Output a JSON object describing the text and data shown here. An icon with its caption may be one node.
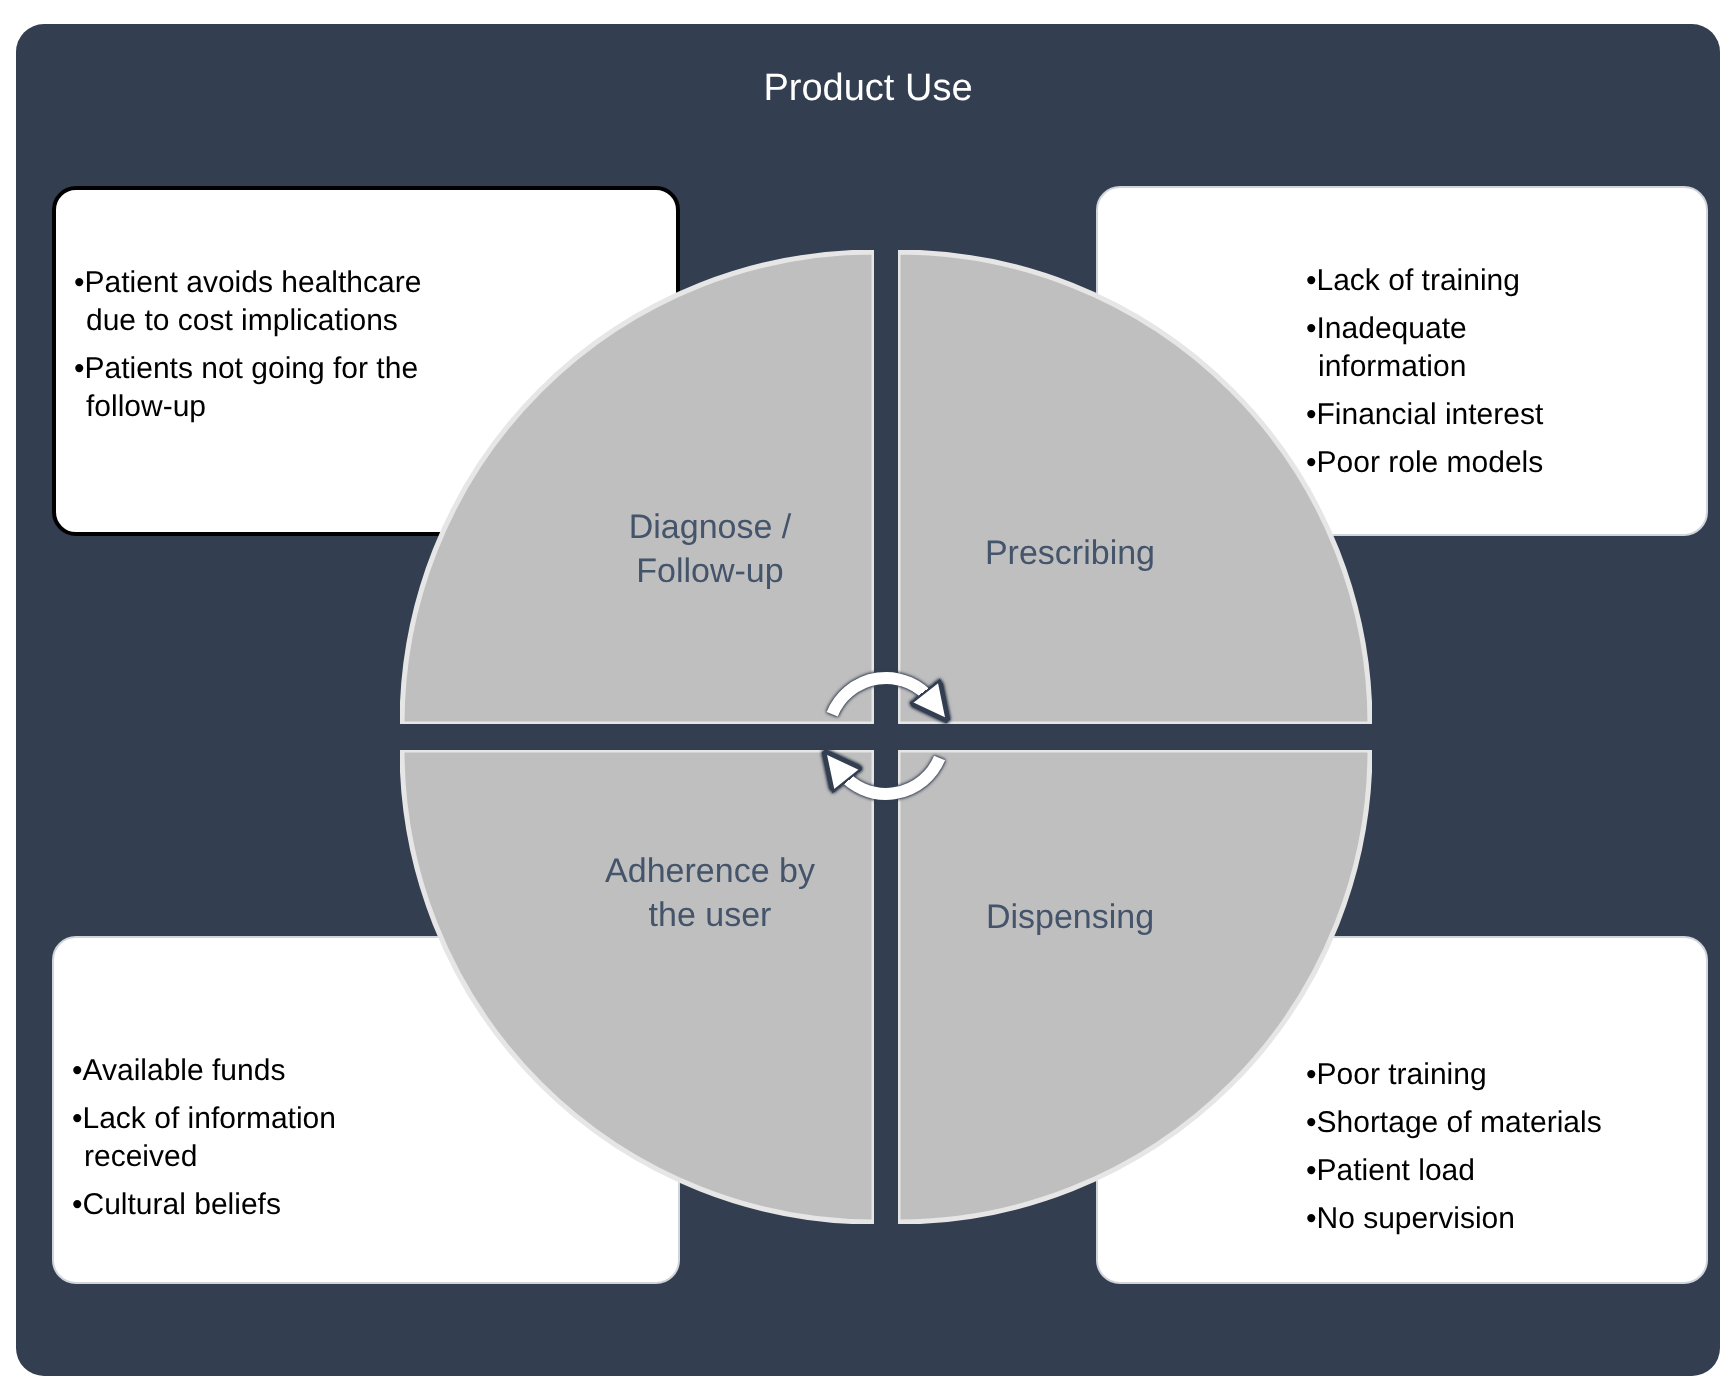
{
  "diagram": {
    "nodes": [
      {
        "text": [
          "Product Use"
        ]
      },
      {
        "text": [
          "•Patient avoids healthcare due to cost implications",
          "•Patients not going for the follow-up"
        ],
        "in": 0
      },
      {
        "text": [
          "Diagnose / Follow-up"
        ],
        "in": 0
      },
      {
        "text": [
          "Prescribing"
        ],
        "in": 0
      },
      {
        "text": [
          "•Lack of training",
          "•Inadequate information",
          "•Financial interest",
          "•Poor role models"
        ],
        "in": 0
      },
      {
        "text": [
          "Adherence by the user"
        ],
        "in": 0
      },
      {
        "text": [
          "Dispensing"
        ],
        "in": 0
      },
      {
        "text": [
          "•Available funds",
          "•Lack of information received",
          "•Cultural beliefs"
        ],
        "in": 0
      },
      {
        "text": [
          "•Poor training",
          "•Shortage of materials",
          "•Patient load",
          "•No supervision"
        ],
        "in": 0
      }
    ],
    "edges": [
      {
        "from": 2,
        "to": 3,
        "arrow": "to"
      },
      {
        "from": 6,
        "to": 5,
        "arrow": "to"
      }
    ]
  }
}
